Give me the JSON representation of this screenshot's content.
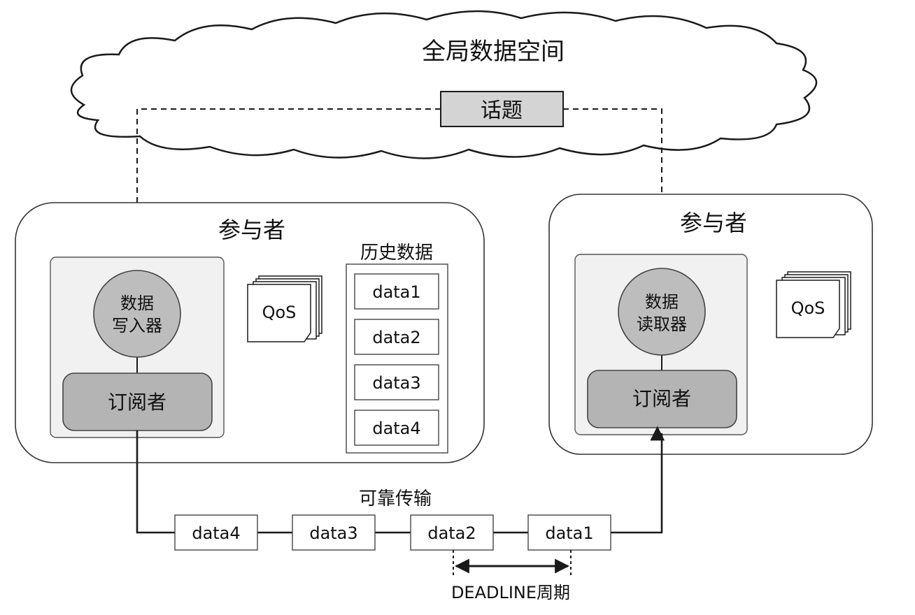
{
  "global_space": {
    "title": "全局数据空间",
    "topic": "话题"
  },
  "participant_left": {
    "title": "参与者",
    "writer": {
      "line1": "数据",
      "line2": "写入器"
    },
    "subscriber": "订阅者",
    "qos": "QoS",
    "history": {
      "title": "历史数据",
      "items": [
        "data1",
        "data2",
        "data3",
        "data4"
      ]
    }
  },
  "participant_right": {
    "title": "参与者",
    "reader": {
      "line1": "数据",
      "line2": "读取器"
    },
    "subscriber": "订阅者",
    "qos": "QoS"
  },
  "transport": {
    "label": "可靠传输",
    "packets": [
      "data4",
      "data3",
      "data2",
      "data1"
    ],
    "deadline": "DEADLINE周期"
  },
  "colors": {
    "stroke": "#1a1a1a",
    "panel": "#f1f1f1",
    "circle": "#bdbdbd",
    "subscriber": "#b4b4b4",
    "topic": "#d4d4d4"
  }
}
